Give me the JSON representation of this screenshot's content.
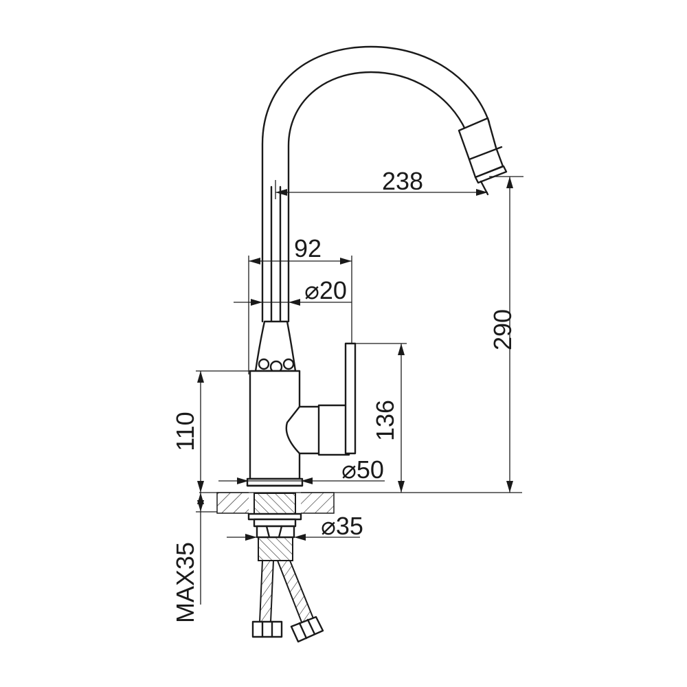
{
  "diagram": {
    "line_color": "#1a1a1a",
    "background": "#ffffff",
    "dimensions": {
      "spout_reach": "238",
      "total_height": "290",
      "body_width": "92",
      "spout_diameter": "⌀20",
      "handle_height": "136",
      "body_height": "110",
      "base_diameter": "⌀50",
      "shank_diameter": "⌀35",
      "max_counter_thickness": "MAX35"
    }
  }
}
